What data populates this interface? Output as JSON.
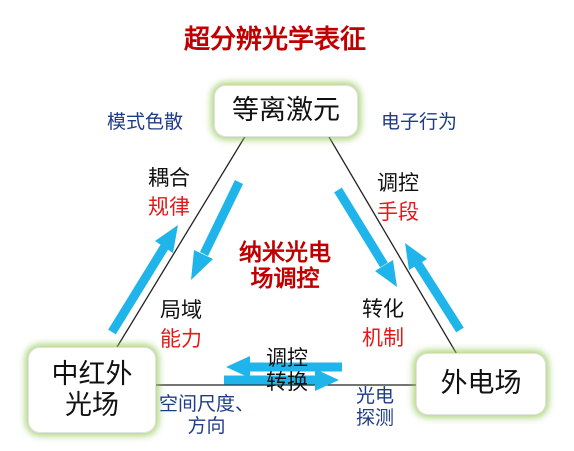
{
  "title": "超分辨光学表征",
  "center_label": {
    "line1": "纳米光电",
    "line2": "场调控"
  },
  "nodes": {
    "top": "等离激元",
    "left": {
      "line1": "中红外",
      "line2": "光场"
    },
    "right": "外电场"
  },
  "side_labels": {
    "top_left": "模式色散",
    "top_right": "电子行为",
    "bottom_left": {
      "line1": "空间尺度、",
      "line2": "方向"
    },
    "bottom_right": {
      "line1": "光电",
      "line2": "探测"
    }
  },
  "edges": {
    "left_edge": {
      "top_word": "耦合",
      "top_highlight": "规律",
      "bottom_word": "局域",
      "bottom_highlight": "能力"
    },
    "right_edge": {
      "top_word": "调控",
      "top_highlight": "手段",
      "bottom_word": "转化",
      "bottom_highlight": "机制"
    },
    "bottom_edge": {
      "line1": "调控",
      "line2": "转换"
    }
  },
  "colors": {
    "title_red": "#c00000",
    "highlight_red": "#e41a1a",
    "navy_text": "#1f3c88",
    "arrow_blue": "#1fb5ea",
    "node_glow": "#96c85a"
  }
}
